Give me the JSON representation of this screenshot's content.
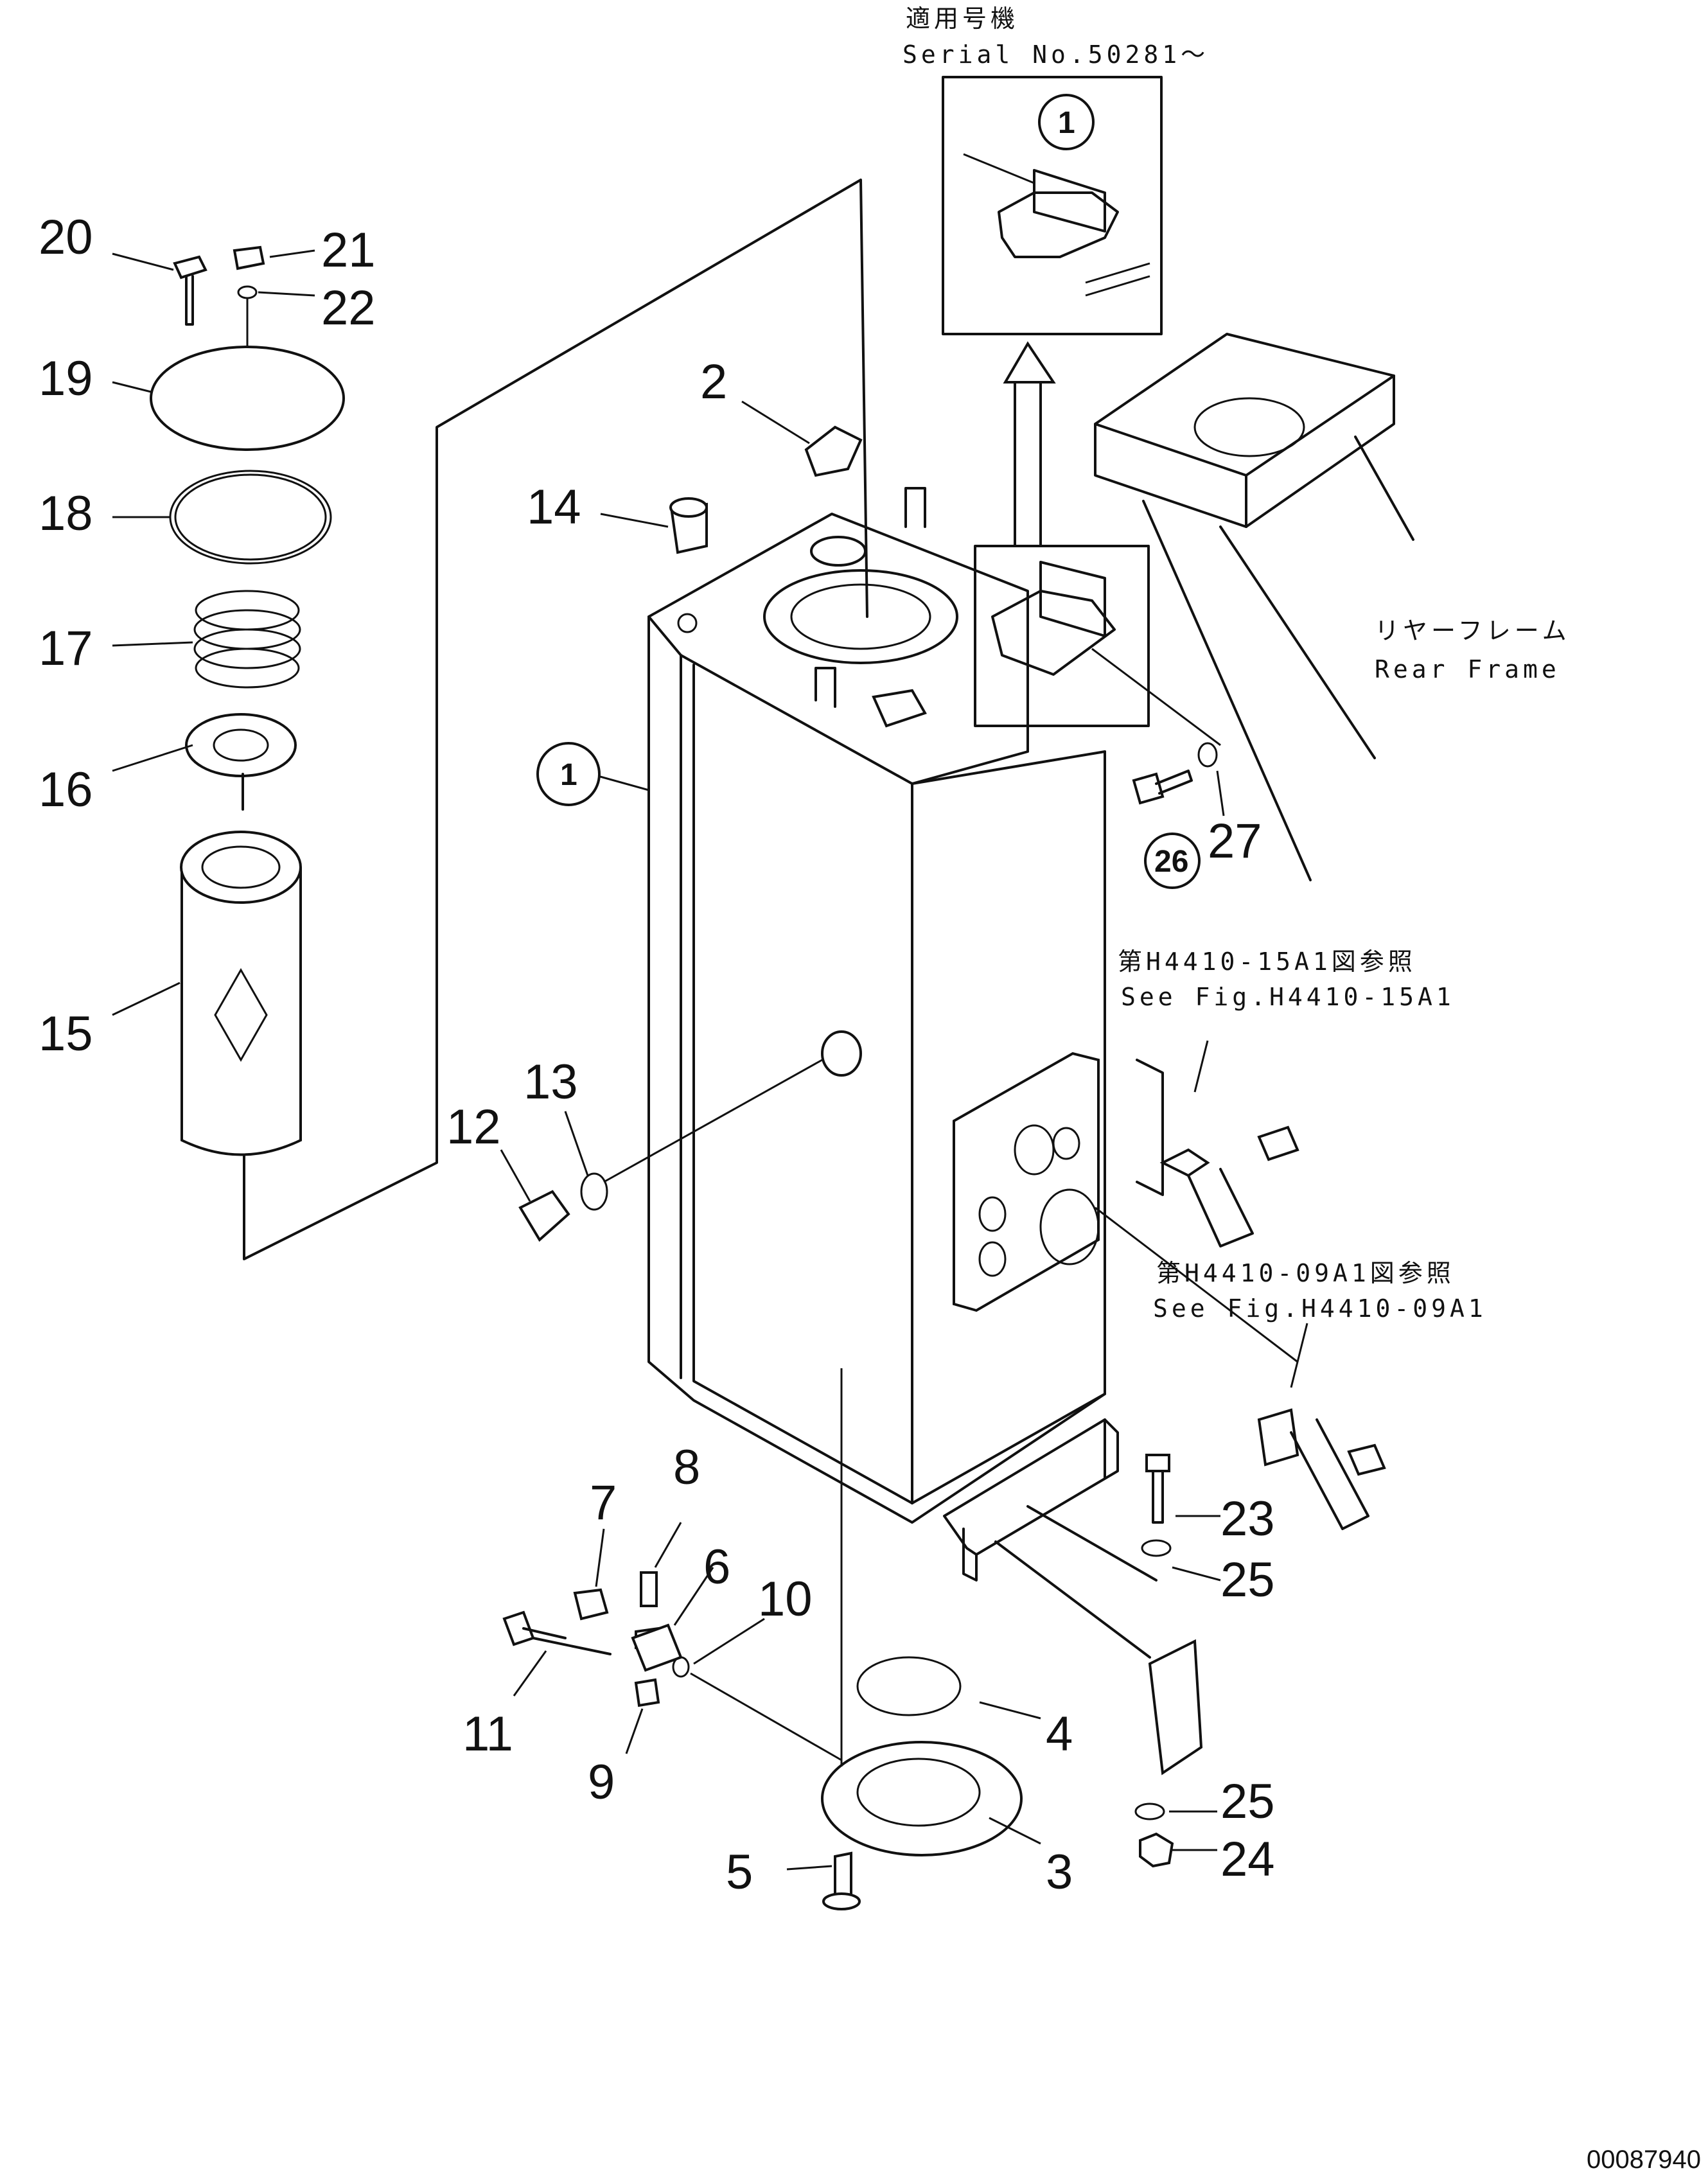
{
  "header": {
    "applicable_jp": "適用号機",
    "serial": "Serial No.50281～"
  },
  "notes": {
    "rear_frame_jp": "リヤーフレーム",
    "rear_frame_en": "Rear Frame",
    "ref1_jp": "第H4410-15A1図参照",
    "ref1_en": "See Fig.H4410-15A1",
    "ref2_jp": "第H4410-09A1図参照",
    "ref2_en": "See Fig.H4410-09A1"
  },
  "callouts": {
    "c1_inset": "1",
    "c1_tank": "1",
    "c2": "2",
    "c3": "3",
    "c4": "4",
    "c5": "5",
    "c6": "6",
    "c7": "7",
    "c8": "8",
    "c9": "9",
    "c10": "10",
    "c11": "11",
    "c12": "12",
    "c13": "13",
    "c14": "14",
    "c15": "15",
    "c16": "16",
    "c17": "17",
    "c18": "18",
    "c19": "19",
    "c20": "20",
    "c21": "21",
    "c22": "22",
    "c23": "23",
    "c24": "24",
    "c25a": "25",
    "c25b": "25",
    "c26": "26",
    "c27": "27"
  },
  "footer": {
    "doc_id": "00087940"
  }
}
